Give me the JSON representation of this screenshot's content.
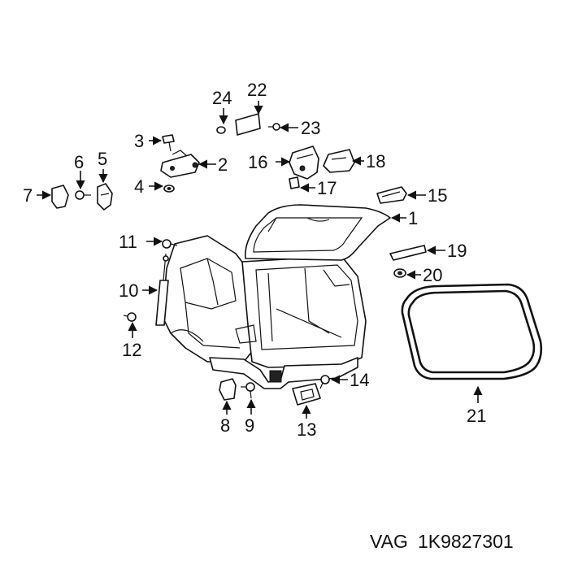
{
  "callouts": [
    "1",
    "2",
    "3",
    "4",
    "5",
    "6",
    "7",
    "8",
    "9",
    "10",
    "11",
    "12",
    "13",
    "14",
    "15",
    "16",
    "17",
    "18",
    "19",
    "20",
    "21",
    "22",
    "23",
    "24"
  ],
  "footer": {
    "brand": "VAG",
    "part_number": "1K9827301"
  }
}
